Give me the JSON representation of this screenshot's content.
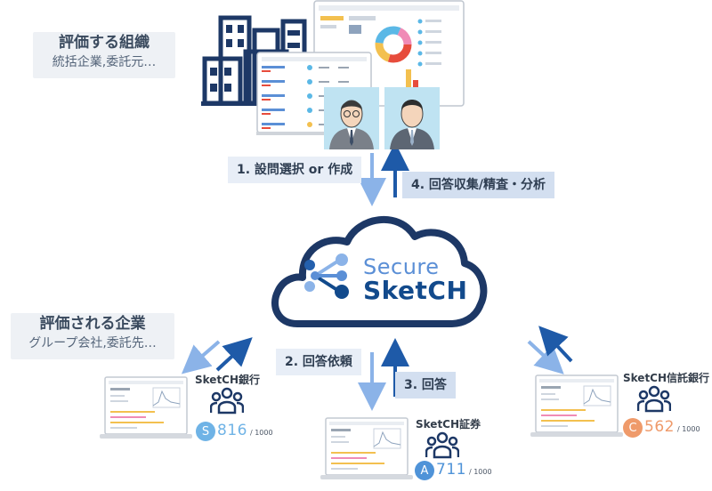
{
  "evaluator": {
    "title": "評価する組織",
    "subtitle": "統括企業,委託元…"
  },
  "evaluated": {
    "title": "評価される企業",
    "subtitle": "グループ会社,委託先…"
  },
  "steps": {
    "s1": "1. 設問選択 or 作成",
    "s2": "2. 回答依頼",
    "s3": "3. 回答",
    "s4": "4. 回答収集/精査・分析"
  },
  "brand": {
    "line1": "Secure",
    "line2": "SketCH"
  },
  "companies": [
    {
      "name": "SketCH銀行",
      "badge": "S",
      "score": "816",
      "max": "/ 1000",
      "color": "#6fb3e6"
    },
    {
      "name": "SketCH証券",
      "badge": "A",
      "score": "711",
      "max": "/ 1000",
      "color": "#4f93d8"
    },
    {
      "name": "SketCH信託銀行",
      "badge": "C",
      "score": "562",
      "max": "/ 1000",
      "color": "#ef9a6a"
    }
  ],
  "colors": {
    "arrow_light": "#8bb3e8",
    "arrow_dark": "#1e5aa8",
    "navy": "#1d3866"
  }
}
